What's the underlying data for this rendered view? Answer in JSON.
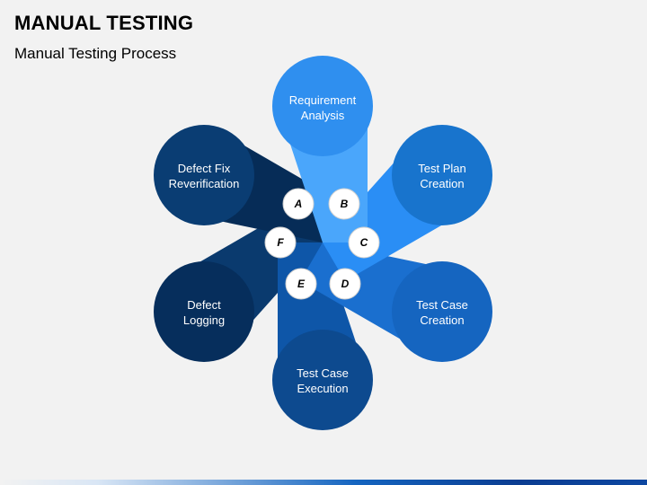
{
  "header": {
    "title": "MANUAL TESTING",
    "subtitle": "Manual Testing Process"
  },
  "stages": [
    {
      "letter": "A",
      "line1": "Requirement",
      "line2": "Analysis",
      "color": "#2f8fef"
    },
    {
      "letter": "B",
      "line1": "Test Plan",
      "line2": "Creation",
      "color": "#1874cd"
    },
    {
      "letter": "C",
      "line1": "Test Case",
      "line2": "Creation",
      "color": "#1565c0"
    },
    {
      "letter": "D",
      "line1": "Test Case",
      "line2": "Execution",
      "color": "#0d4a8f"
    },
    {
      "letter": "E",
      "line1": "Defect",
      "line2": "Logging",
      "color": "#062e5c"
    },
    {
      "letter": "F",
      "line1": "Defect Fix",
      "line2": "Reverification",
      "color": "#0a3d73"
    }
  ]
}
